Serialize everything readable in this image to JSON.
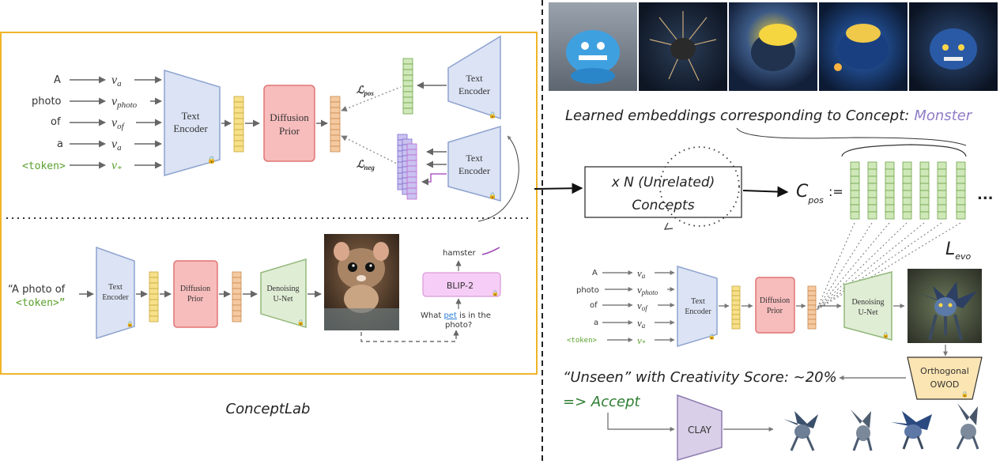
{
  "title": "ConceptLab",
  "prompt_tokens": [
    "A",
    "photo",
    "of",
    "a",
    "<token>"
  ],
  "embeddings": [
    "v_a",
    "v_photo",
    "v_of",
    "v_a",
    "v_*"
  ],
  "top_panel": {
    "text_encoder": [
      "Text",
      "Encoder"
    ],
    "diffusion_prior": [
      "Diffusion",
      "Prior"
    ],
    "pos_encoder": [
      "Text",
      "Encoder"
    ],
    "neg_encoder": [
      "Text",
      "Encoder"
    ],
    "loss_pos": "L_pos",
    "loss_neg": "L_neg"
  },
  "bottom_panel": {
    "prompt": [
      "“A photo of",
      "<token>”"
    ],
    "text_encoder": [
      "Text",
      "Encoder"
    ],
    "diffusion_prior": [
      "Diffusion",
      "Prior"
    ],
    "unet": [
      "Denoising",
      "U-Net"
    ],
    "blip": "BLIP-2",
    "answer": "hamster",
    "question": [
      "What pet is in the",
      "photo?"
    ],
    "question_highlight": "pet"
  },
  "right": {
    "learned_caption": "Learned embeddings corresponding to Concept:",
    "concept_word": "Monster",
    "n_box": [
      "x N (Unrelated)",
      "Concepts"
    ],
    "cpos_label": "C",
    "cpos_sub": "pos",
    "cpos_assign": ":=",
    "ellipsis": "...",
    "levo_label": "L",
    "levo_sub": "evo",
    "text_encoder": [
      "Text",
      "Encoder"
    ],
    "diffusion_prior": [
      "Diffusion",
      "Prior"
    ],
    "unet": [
      "Denoising",
      "U-Net"
    ],
    "owod": [
      "Orthogonal",
      "OWOD"
    ],
    "unseen_text": "“Unseen” with Creativity Score: ~20%",
    "accept_text": "=> Accept",
    "clay": "CLAY"
  },
  "colors": {
    "encoder_fill": "#dbe3f4",
    "encoder_stroke": "#8ea3cf",
    "prior_fill": "#f7bcbc",
    "prior_stroke": "#e07575",
    "unet_fill": "#e0edd5",
    "unet_stroke": "#93b87b",
    "blip_fill": "#f6cdf6",
    "yellow_vec": "#f7e08a",
    "orange_vec": "#f5c9a0",
    "green_vec": "#cfe8b8",
    "purple_vec": "#c9c2f0",
    "panel_border": "#f0b429",
    "token_green": "#5aa02c",
    "monster_purple": "#8f7cc7",
    "accept_green": "#2e7d32",
    "owod_fill": "#fbe5b3",
    "clay_fill": "#d9cfe8"
  },
  "icons": [
    "lock-icon",
    "hamster-photo",
    "monster-render-photo",
    "monster-3d-figure"
  ]
}
